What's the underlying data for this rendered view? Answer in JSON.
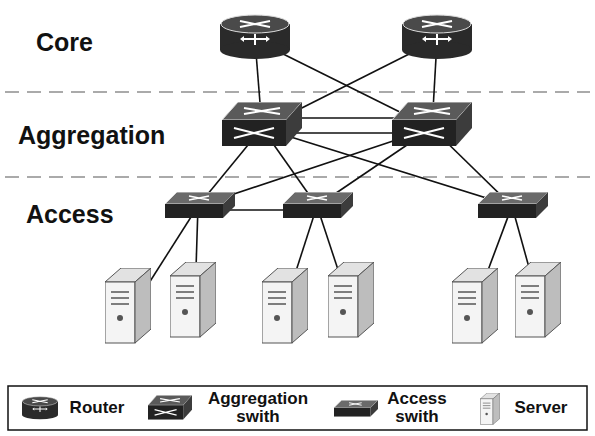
{
  "diagram": {
    "labels": [
      "Core",
      "Aggregation",
      "Access"
    ],
    "legend": [
      {
        "text": "Router"
      },
      {
        "text": "Aggregation swith"
      },
      {
        "text": "Access swith"
      },
      {
        "text": "Server"
      }
    ]
  }
}
